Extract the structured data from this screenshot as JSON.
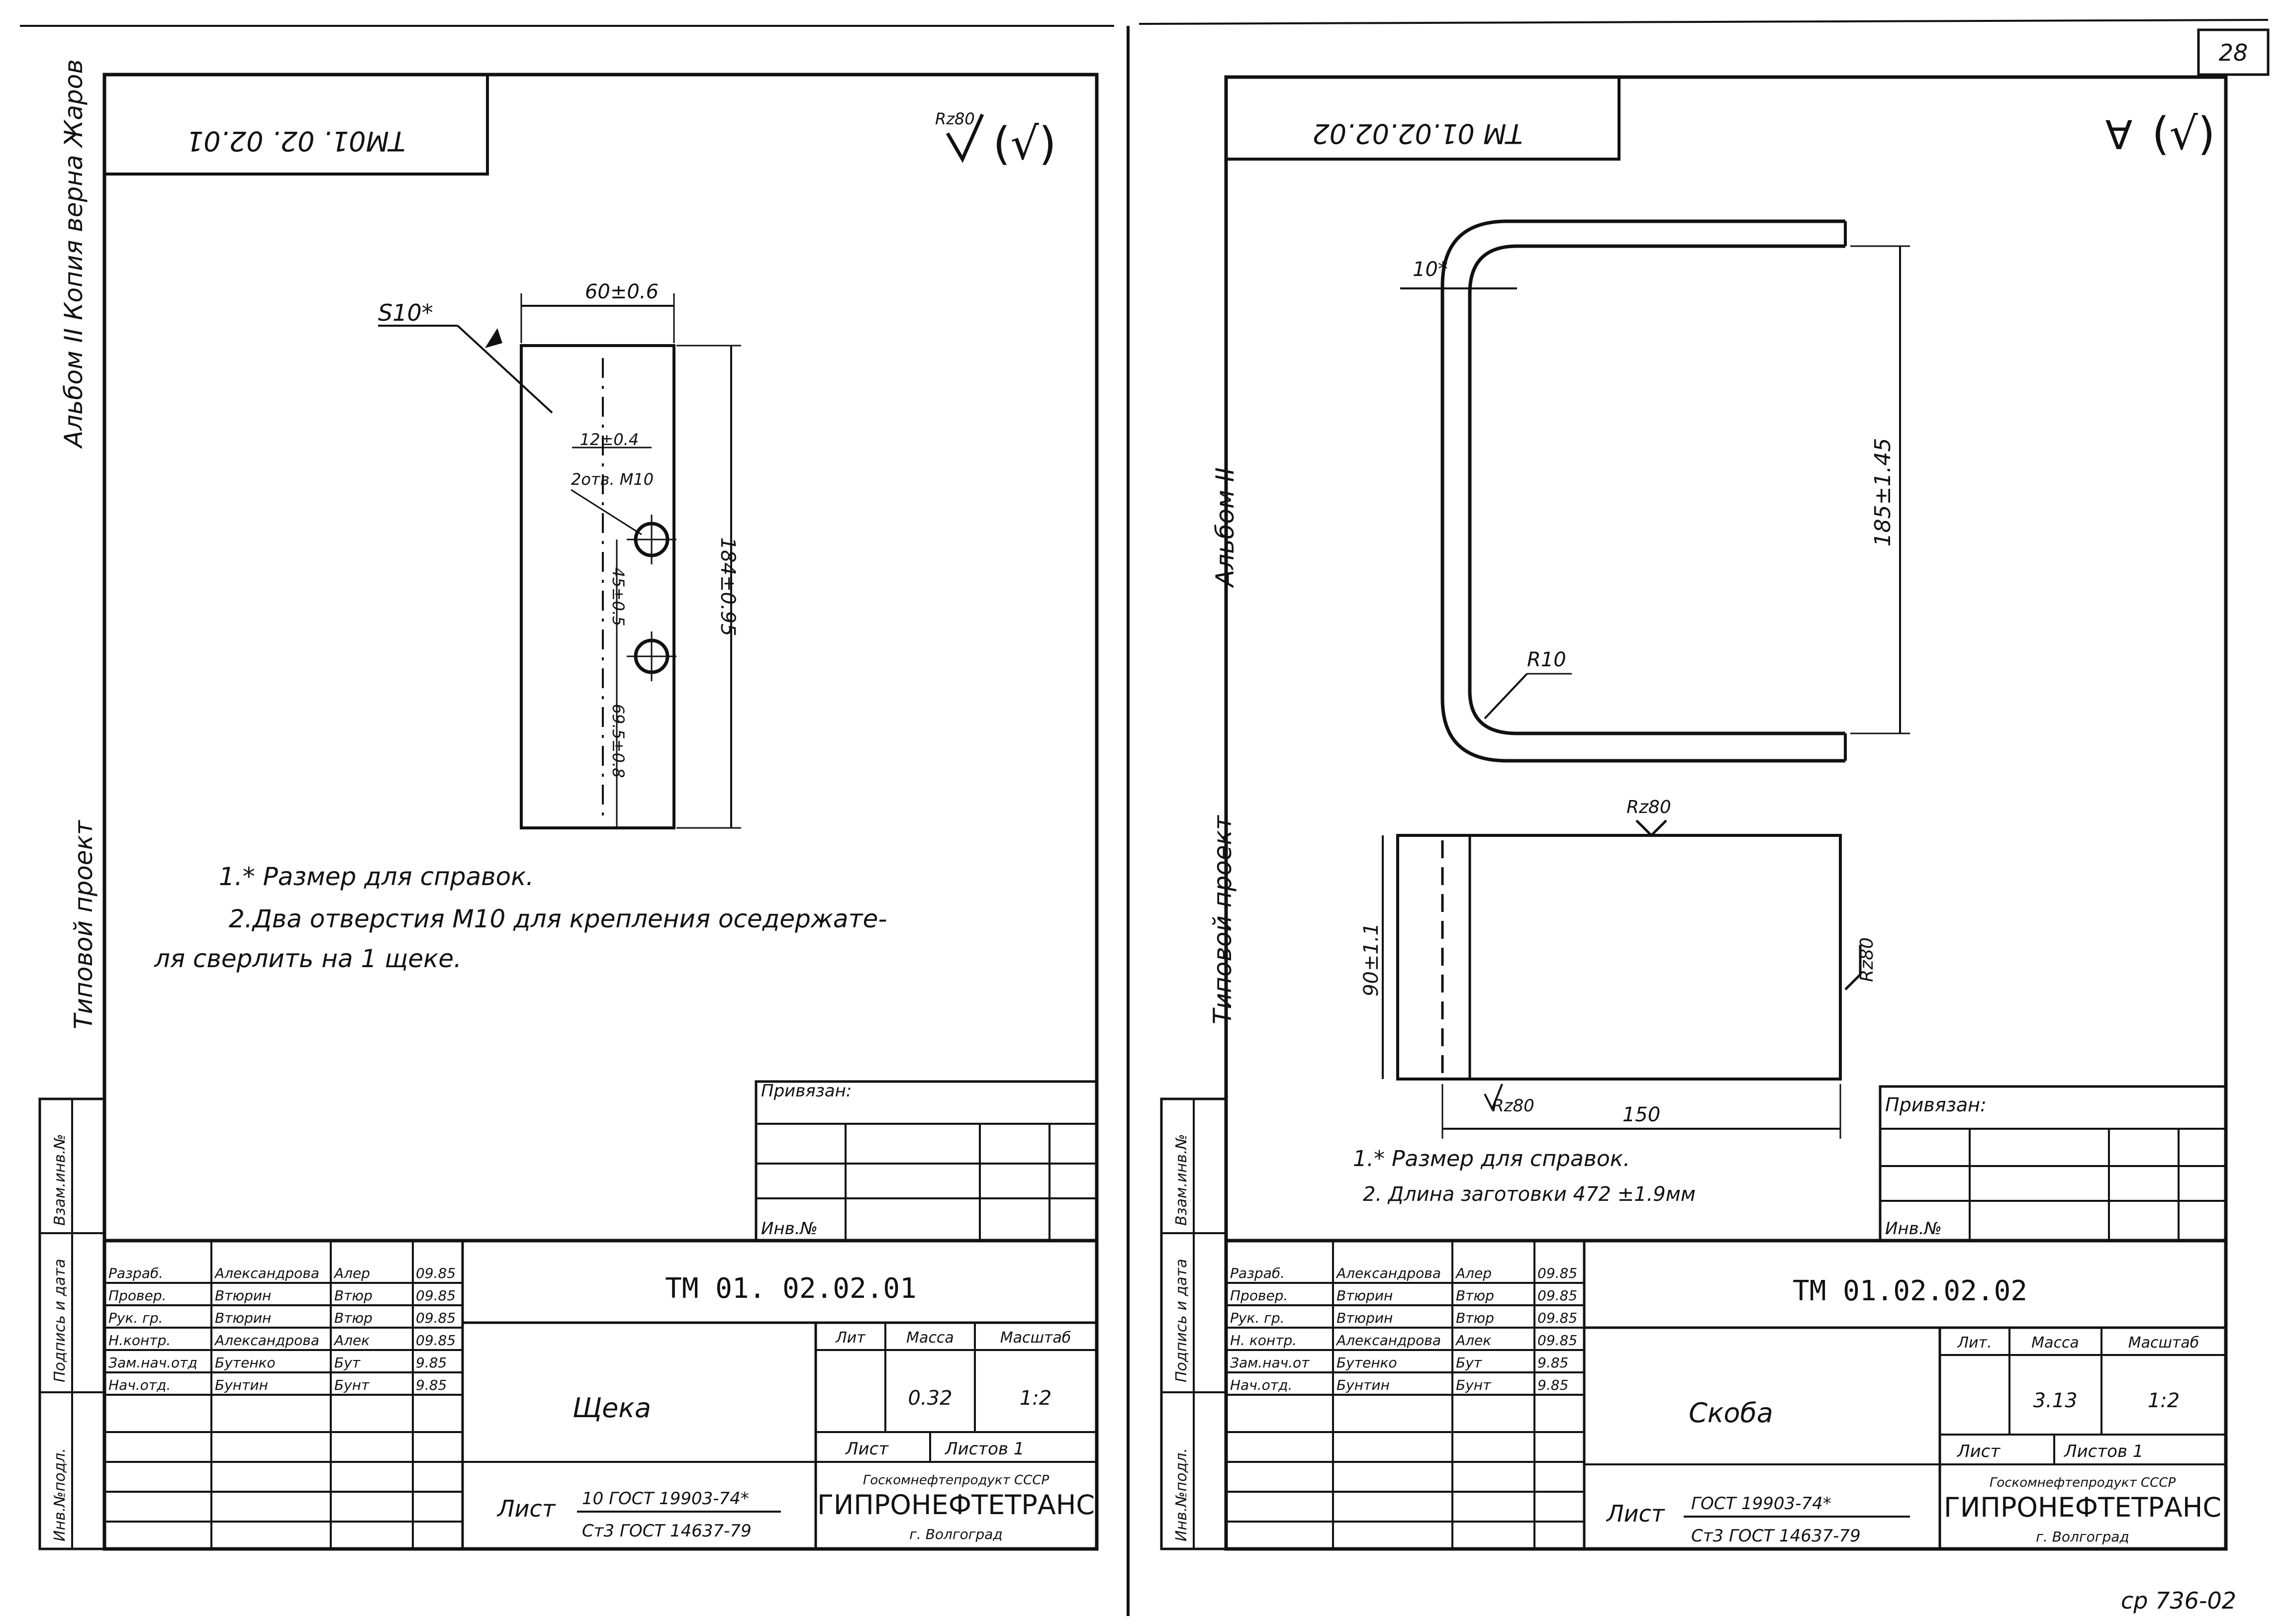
{
  "page_number": "28",
  "footer_code": "ср 736-02",
  "left_sheet": {
    "rotated_code": "ТМ01. 02. 02.01",
    "roughness_main": "Rz80",
    "roughness_bracket": "(√)",
    "thickness_label": "S10*",
    "width_dim": "60±0.6",
    "height_dim": "184±0.95",
    "offset_dim": "12±0.4",
    "hole_label": "2отв. М10",
    "pitch_dim": "45±0.5",
    "bottom_dim": "69.5±0.8",
    "side_title": "Альбом II    Копия верна Жаров",
    "side_label_typical": "Типовой проект",
    "notes": [
      "1.* Размер для справок.",
      "2.Два отверстия М10 для крепления оседержате-",
      "ля сверлить на 1 щеке."
    ],
    "privyazan": "Привязан:",
    "inv_no": "Инв.№",
    "side_stamp": [
      "Инв.№подл.",
      "Подпись и дата",
      "Взам.инв.№"
    ],
    "doc_code": "ТМ 01. 02.02.01",
    "part_name": "Щека",
    "header_lit": "Лит",
    "header_mass": "Масса",
    "header_scale": "Масштаб",
    "mass": "0.32",
    "scale": "1:2",
    "sheet_label": "Лист",
    "sheets_label": "Листов 1",
    "material_prefix": "Лист",
    "material_line1": "10 ГОСТ 19903-74*",
    "material_line2": "Ст3 ГОСТ 14637-79",
    "org_top": "Госкомнефтепродукт СССР",
    "org_name": "ГИПРОНЕФТЕТРАНС",
    "org_city": "г. Волгоград",
    "signatures": [
      {
        "role": "Разраб.",
        "name": "Александрова",
        "sig": "Алер",
        "date": "09.85"
      },
      {
        "role": "Провер.",
        "name": "Втюрин",
        "sig": "Втюр",
        "date": "09.85"
      },
      {
        "role": "Рук. гр.",
        "name": "Втюрин",
        "sig": "Втюр",
        "date": "09.85"
      },
      {
        "role": "Н.контр.",
        "name": "Александрова",
        "sig": "Алек",
        "date": "09.85"
      },
      {
        "role": "Зам.нач.отд",
        "name": "Бутенко",
        "sig": "Бут",
        "date": "9.85"
      },
      {
        "role": "Нач.отд.",
        "name": "Бунтин",
        "sig": "Бунт",
        "date": "9.85"
      }
    ]
  },
  "right_sheet": {
    "rotated_code": "ТМ 01.02.02.02",
    "roughness_main": "∀",
    "roughness_bracket": "(√)",
    "wall_dim": "10*",
    "height_dim": "185±1.45",
    "radius_label": "R10",
    "rz_top": "Rz80",
    "blank_height_dim": "90±1.1",
    "rz_side": "Rz80",
    "rz_bottom": "Rz80",
    "blank_width_dim": "150",
    "side_title": "Альбом II",
    "side_label_typical": "Типовой проект",
    "notes": [
      "1.* Размер для справок.",
      "2. Длина заготовки 472 ±1.9мм"
    ],
    "privyazan": "Привязан:",
    "inv_no": "Инв.№",
    "side_stamp": [
      "Инв.№подл.",
      "Подпись и дата",
      "Взам.инв.№"
    ],
    "doc_code": "ТМ 01.02.02.02",
    "part_name": "Скоба",
    "header_lit": "Лит.",
    "header_mass": "Масса",
    "header_scale": "Масштаб",
    "mass": "3.13",
    "scale": "1:2",
    "sheet_label": "Лист",
    "sheets_label": "Листов 1",
    "material_prefix": "Лист",
    "material_line1": "ГОСТ 19903-74*",
    "material_line2": "Ст3 ГОСТ 14637-79",
    "org_top": "Госкомнефтепродукт СССР",
    "org_name": "ГИПРОНЕФТЕТРАНС",
    "org_city": "г. Волгоград",
    "signatures": [
      {
        "role": "Разраб.",
        "name": "Александрова",
        "sig": "Алер",
        "date": "09.85"
      },
      {
        "role": "Провер.",
        "name": "Втюрин",
        "sig": "Втюр",
        "date": "09.85"
      },
      {
        "role": "Рук. гр.",
        "name": "Втюрин",
        "sig": "Втюр",
        "date": "09.85"
      },
      {
        "role": "Н. контр.",
        "name": "Александрова",
        "sig": "Алек",
        "date": "09.85"
      },
      {
        "role": "Зам.нач.от",
        "name": "Бутенко",
        "sig": "Бут",
        "date": "9.85"
      },
      {
        "role": "Нач.отд.",
        "name": "Бунтин",
        "sig": "Бунт",
        "date": "9.85"
      }
    ]
  }
}
